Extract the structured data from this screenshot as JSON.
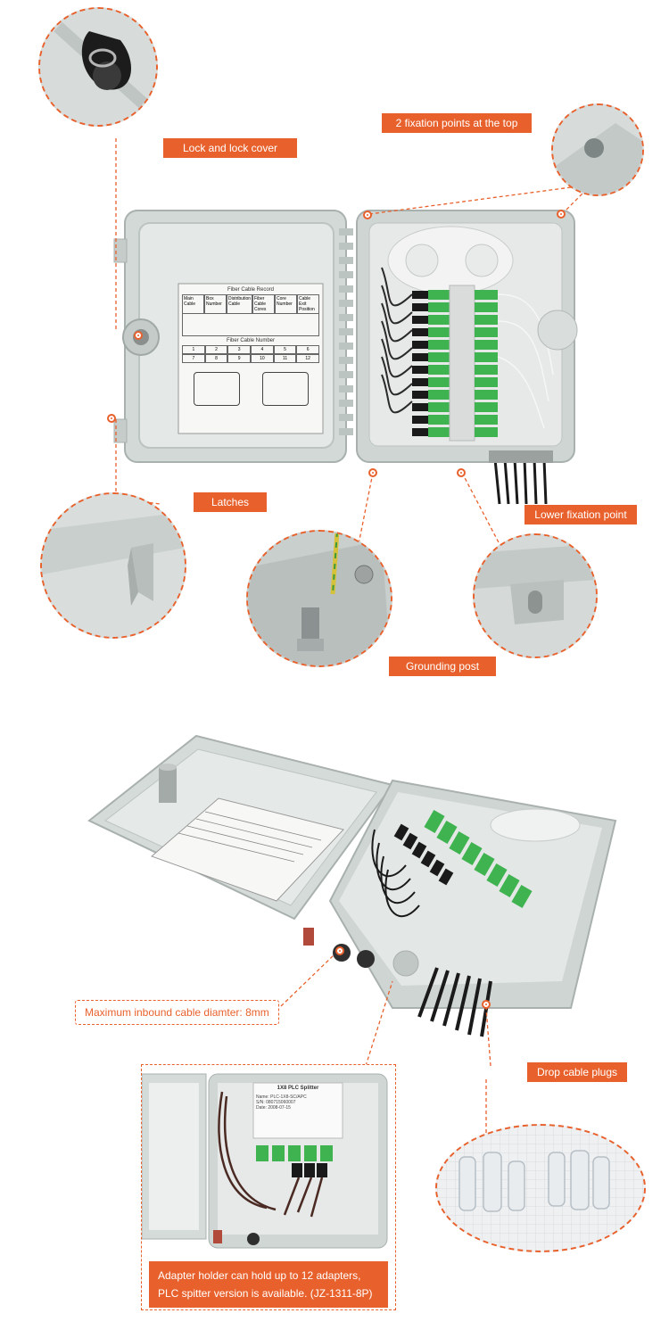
{
  "callouts": {
    "lock": "Lock and lock cover",
    "fixation_top": "2 fixation points at the top",
    "latches": "Latches",
    "lower_fixation": "Lower fixation point",
    "grounding": "Grounding post",
    "inbound_cable": "Maximum inbound cable diamter: 8mm",
    "drop_plugs": "Drop cable plugs",
    "adapter_holder_line1": "Adapter holder can hold up to 12 adapters,",
    "adapter_holder_line2": "PLC spitter version is available. (JZ-1311-8P)"
  },
  "record_card": {
    "title": "Fiber Cable Record",
    "headers": [
      "Main Cable",
      "Box Number",
      "Distribution Cable",
      "Fiber Cable Cores",
      "Core Number",
      "Cable Exit Position"
    ],
    "subtitle": "Fiber Cable Number",
    "row1": [
      "1",
      "2",
      "3",
      "4",
      "5",
      "6"
    ],
    "row2": [
      "7",
      "8",
      "9",
      "10",
      "11",
      "12"
    ]
  },
  "splitter_label": {
    "title": "1X8 PLC Splitter",
    "line1": "Name: PLC-1X8-SC/APC",
    "line2": "S/N: 080715060007",
    "line3": "Date: 2008-07-15"
  },
  "colors": {
    "accent": "#e8612c",
    "enclosure": "#c9d0ce",
    "adapter_green": "#3fb34f",
    "connector_black": "#1a1a1a"
  }
}
